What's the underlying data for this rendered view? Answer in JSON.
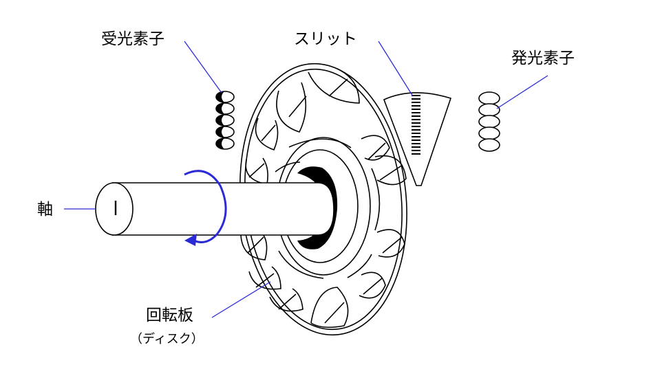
{
  "labels": {
    "receiver": "受光素子",
    "slit": "スリット",
    "emitter": "発光素子",
    "shaft": "軸",
    "disk": "回転板",
    "disk_sub": "（ディスク）"
  },
  "colors": {
    "ink": "#000000",
    "leader": "#2b2bd6",
    "background": "#ffffff"
  }
}
